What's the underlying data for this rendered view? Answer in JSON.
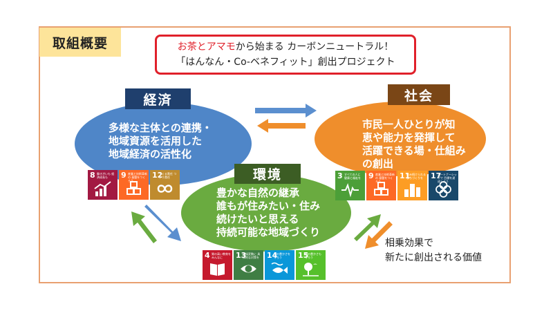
{
  "title_tab": "取組概要",
  "headline": {
    "line1_red": "お茶とアマモ",
    "line1_rest": "から始まる カーボンニュートラル！",
    "line2": "「はんなん・Co-ベネフィット」創出プロジェクト"
  },
  "economy": {
    "label": "経済",
    "lines": [
      "多様な主体との連携・",
      "地域資源を活用した",
      "地域経済の活性化"
    ]
  },
  "society": {
    "label": "社会",
    "lines": [
      "市民一人ひとりが知",
      "恵や能力を発揮して",
      "活躍できる場・仕組み",
      "の創出"
    ]
  },
  "environment": {
    "label": "環境",
    "lines": [
      "豊かな自然の継承",
      "誰もが住みたい・住み",
      "続けたいと思える",
      "持続可能な地域づくり"
    ]
  },
  "synergy_note": [
    "相乗効果で",
    "新たに創出される価値"
  ],
  "sdg_icons": {
    "economy": [
      {
        "num": "8",
        "text": "働きがいも 経済成長も",
        "color": "#a21942",
        "icon": "growth-chart-icon"
      },
      {
        "num": "9",
        "text": "産業と技術革新の 基盤をつくろう",
        "color": "#fd6925",
        "icon": "cubes-icon"
      },
      {
        "num": "12",
        "text": "つくる責任 つかう責任",
        "color": "#bf8b2e",
        "icon": "infinity-icon"
      }
    ],
    "society": [
      {
        "num": "3",
        "text": "すべての人に 健康と福祉を",
        "color": "#4c9f38",
        "icon": "heartbeat-icon"
      },
      {
        "num": "9",
        "text": "産業と技術革新の 基盤をつくろう",
        "color": "#fd6925",
        "icon": "cubes-icon"
      },
      {
        "num": "11",
        "text": "住み続けられる まちづくりを",
        "color": "#fd9d24",
        "icon": "city-icon"
      },
      {
        "num": "17",
        "text": "パートナーシップで 目標を達成しよう",
        "color": "#19486a",
        "icon": "flower-rings-icon"
      }
    ],
    "environment": [
      {
        "num": "4",
        "text": "質の高い教育を みんなに",
        "color": "#c5192d",
        "icon": "book-icon"
      },
      {
        "num": "13",
        "text": "気候変動に 具体的な対策を",
        "color": "#3f7e44",
        "icon": "eye-globe-icon"
      },
      {
        "num": "14",
        "text": "海の豊かさを 守ろう",
        "color": "#0a97d9",
        "icon": "fish-icon"
      },
      {
        "num": "15",
        "text": "陸の豊かさも 守ろう",
        "color": "#56c02b",
        "icon": "tree-bird-icon"
      }
    ]
  },
  "colors": {
    "economy": "#4f86c8",
    "society": "#ef8e2c",
    "environment": "#6aab40",
    "arrow_blue": "#4f86c8",
    "arrow_orange": "#ef8e2c",
    "arrow_green": "#6aab40",
    "headline_border": "#e0202a",
    "frame_border": "#e8a070",
    "title_tab_bg": "#fde49a"
  }
}
